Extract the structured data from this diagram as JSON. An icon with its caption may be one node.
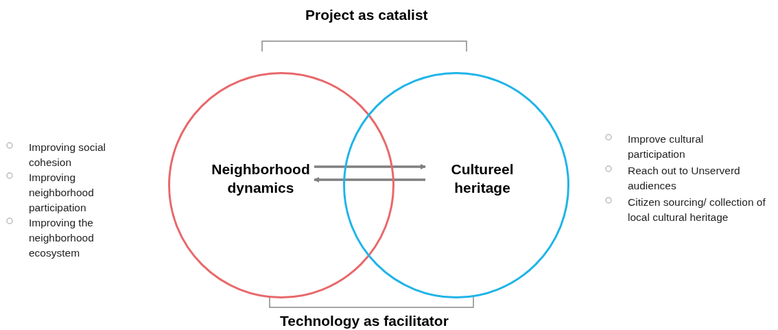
{
  "diagram": {
    "nodes": [
      {
        "text": [
          "Neighborhood dynamics"
        ]
      },
      {
        "text": [
          "Cultureel heritage"
        ]
      }
    ],
    "edges": [
      {
        "from": 0,
        "to": 1,
        "arrow": "to"
      },
      {
        "from": 1,
        "to": 0,
        "arrow": "to"
      }
    ],
    "labels": [
      "Project as catalist",
      "Improving social cohesion",
      "Improving neighborhood participation",
      "Improving the neighborhood ecosystem",
      "Improve cultural participation",
      "Reach out to Unserverd audiences",
      "Citizen sourcing/ collection of local cultural heritage",
      "Technology as facilitator"
    ]
  }
}
